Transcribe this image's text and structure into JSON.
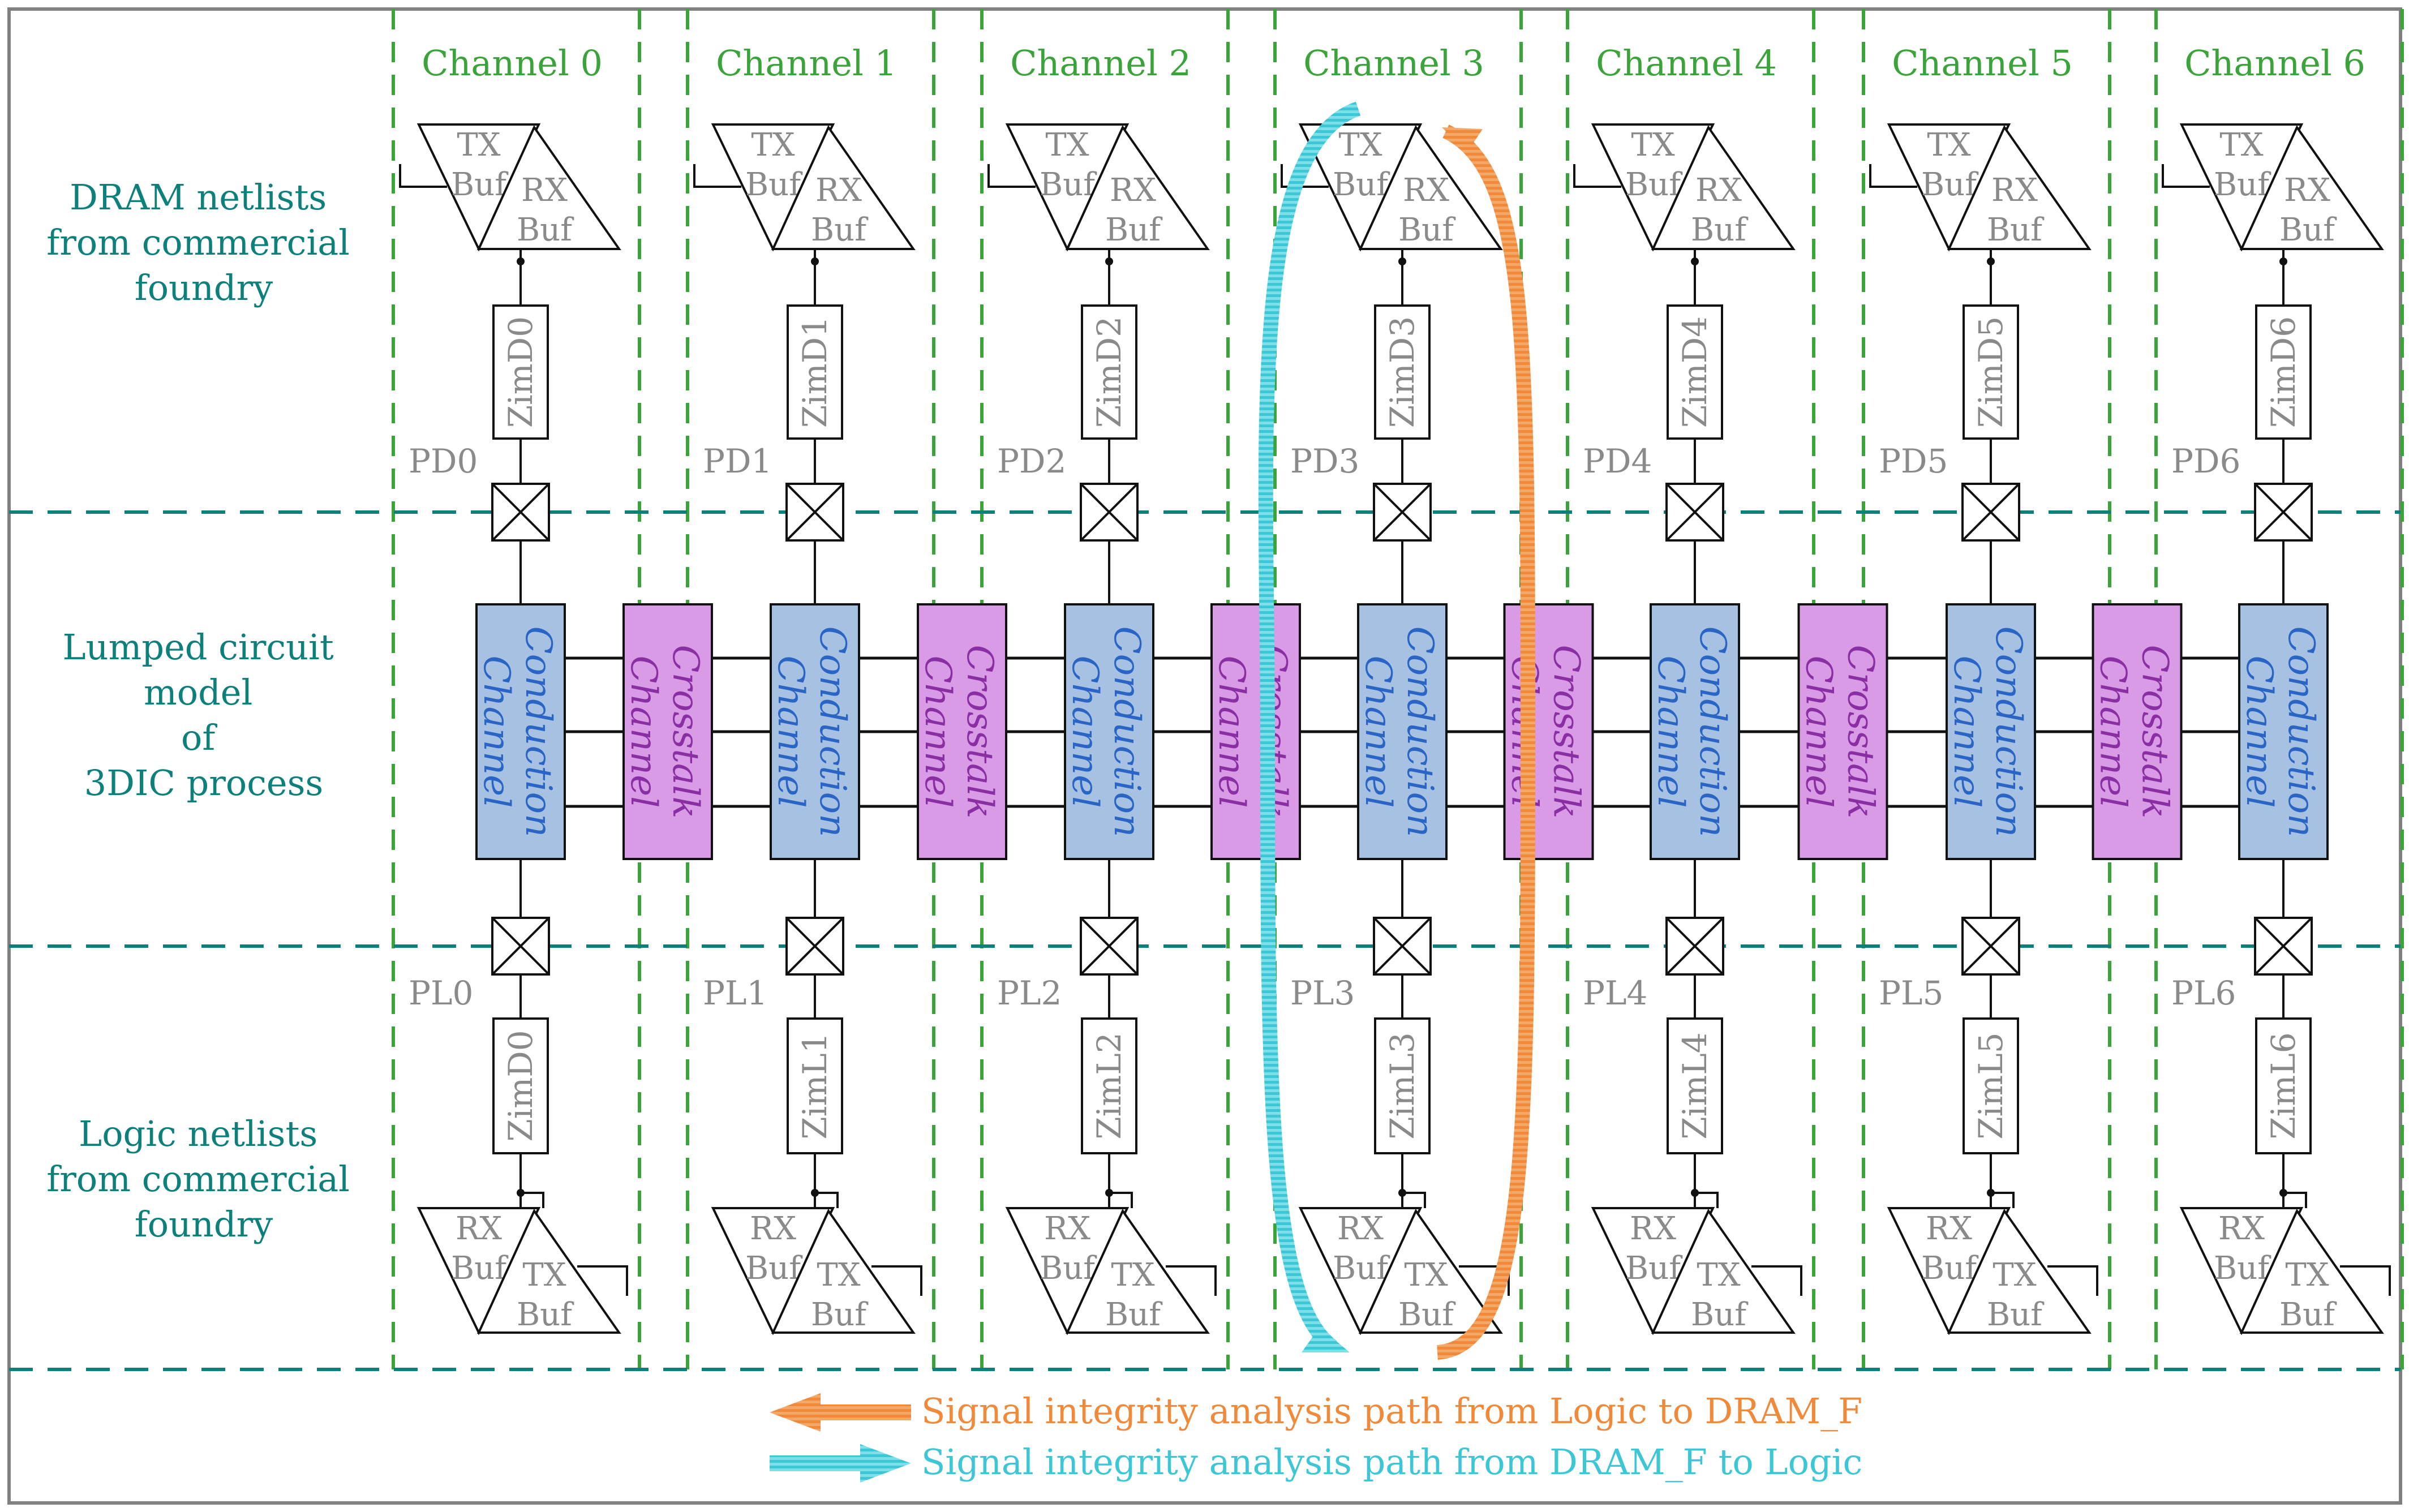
{
  "colors": {
    "region_label": "#0e807b",
    "channel_title": "#3aa33a",
    "dashed_green": "#3aa33a",
    "dashed_teal": "#0e807b",
    "frame": "#808080",
    "conduction_fill": "#a7c1e3",
    "conduction_text": "#2a65c5",
    "crosstalk_fill": "#d99be6",
    "crosstalk_text": "#8a2fa3",
    "pad_label": "#8a8a8a",
    "orange_path": "#f08a3a",
    "cyan_path": "#3cc6d6"
  },
  "regions": {
    "dram": [
      "DRAM netlists",
      "from  commercial",
      "foundry"
    ],
    "lumped": [
      "Lumped circuit",
      "model",
      "of",
      "3DIC process"
    ],
    "logic": [
      "Logic netlists",
      "from  commercial",
      "foundry"
    ]
  },
  "buffers": {
    "tx": [
      "TX",
      "Buf"
    ],
    "rx": [
      "RX",
      "Buf"
    ]
  },
  "channels": [
    {
      "title": "Channel 0",
      "pd": "PD0",
      "pl": "PL0",
      "zim_top": "ZimD0",
      "zim_bottom": "ZimD0"
    },
    {
      "title": "Channel 1",
      "pd": "PD1",
      "pl": "PL1",
      "zim_top": "ZimD1",
      "zim_bottom": "ZimL1"
    },
    {
      "title": "Channel 2",
      "pd": "PD2",
      "pl": "PL2",
      "zim_top": "ZimD2",
      "zim_bottom": "ZimL2"
    },
    {
      "title": "Channel 3",
      "pd": "PD3",
      "pl": "PL3",
      "zim_top": "ZimD3",
      "zim_bottom": "ZimL3"
    },
    {
      "title": "Channel 4",
      "pd": "PD4",
      "pl": "PL4",
      "zim_top": "ZimD4",
      "zim_bottom": "ZimL4"
    },
    {
      "title": "Channel 5",
      "pd": "PD5",
      "pl": "PL5",
      "zim_top": "ZimD5",
      "zim_bottom": "ZimL5"
    },
    {
      "title": "Channel 6",
      "pd": "PD6",
      "pl": "PL6",
      "zim_top": "ZimD6",
      "zim_bottom": "ZimL6"
    }
  ],
  "conduction_label": [
    "Conduction",
    "Channel"
  ],
  "crosstalk_label": [
    "Crosstalk",
    "Channel"
  ],
  "legend": {
    "orange": "Signal integrity analysis path from Logic to  DRAM_F",
    "cyan": "Signal integrity analysis path from  DRAM_F to Logic"
  }
}
